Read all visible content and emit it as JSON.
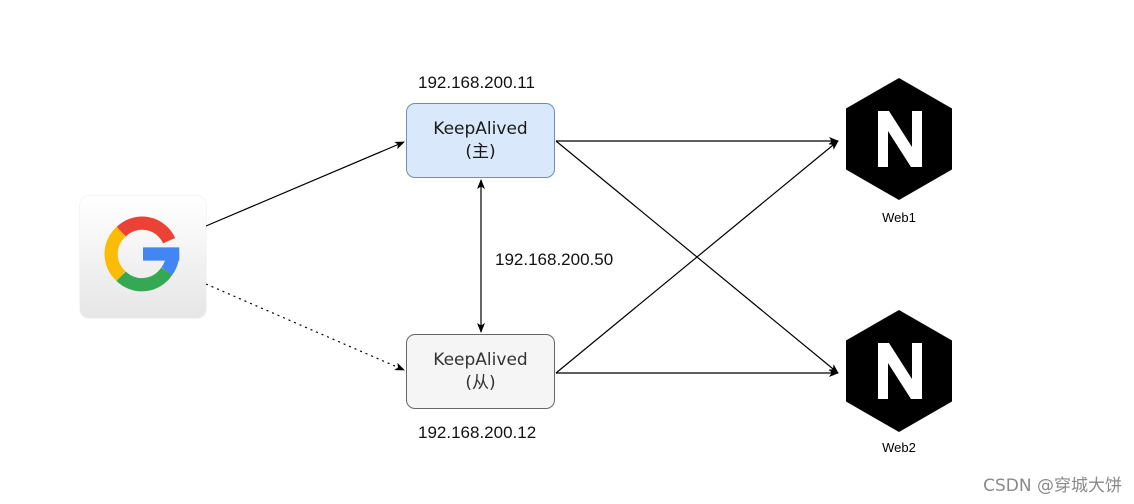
{
  "master": {
    "ip": "192.168.200.11",
    "name": "KeepAlived",
    "role": "(主)"
  },
  "backup": {
    "ip": "192.168.200.12",
    "name": "KeepAlived",
    "role": "(从)"
  },
  "vip": "192.168.200.50",
  "servers": [
    {
      "label": "Web1"
    },
    {
      "label": "Web2"
    }
  ],
  "client_icon": "google-g-logo",
  "server_icon": "nginx-logo",
  "colors": {
    "master_fill": "#dae8fc",
    "master_border": "#6c8ebf",
    "backup_fill": "#f5f5f5",
    "backup_border": "#666666",
    "edge": "#000000"
  },
  "watermark": "CSDN @穿城大饼"
}
